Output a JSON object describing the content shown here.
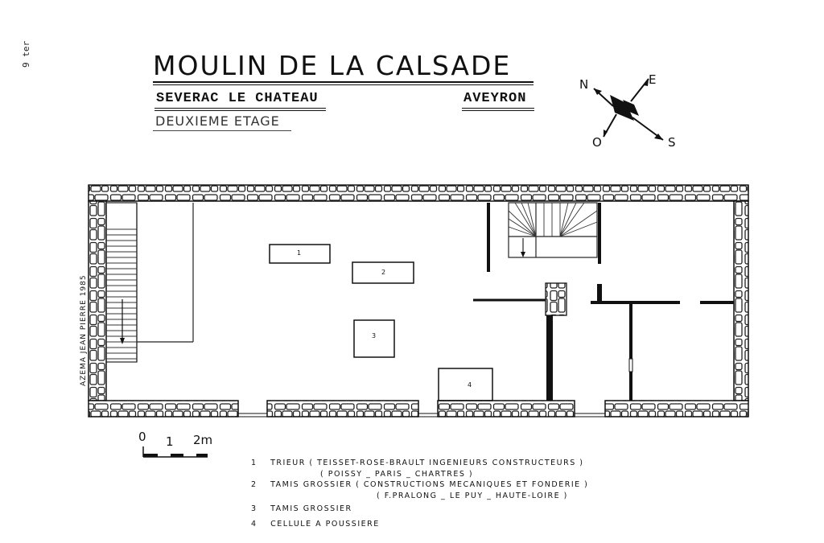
{
  "margin_note": "9 ter",
  "title": "MOULIN DE LA CALSADE",
  "location_left": "SEVERAC LE CHATEAU",
  "location_right": "AVEYRON",
  "floor_label": "DEUXIEME ETAGE",
  "compass": {
    "n": "N",
    "e": "E",
    "s": "S",
    "o": "O"
  },
  "credit": "AZEMA JEAN PIERRE 1985",
  "scale": {
    "zero": "0",
    "one": "1",
    "two": "2m"
  },
  "machines": [
    {
      "number": "1"
    },
    {
      "number": "2"
    },
    {
      "number": "3"
    },
    {
      "number": "4"
    }
  ],
  "legend": [
    {
      "number": "1",
      "line1": "TRIEUR   ( TEISSET-ROSE-BRAULT  INGENIEURS CONSTRUCTEURS )",
      "line2": "( POISSY _ PARIS _ CHARTRES )"
    },
    {
      "number": "2",
      "line1": "TAMIS GROSSIER  ( CONSTRUCTIONS  MECANIQUES ET FONDERIE )",
      "line2": "( F.PRALONG _ LE PUY _ HAUTE-LOIRE )"
    },
    {
      "number": "3",
      "line1": "TAMIS  GROSSIER",
      "line2": ""
    },
    {
      "number": "4",
      "line1": "CELLULE  A  POUSSIERE",
      "line2": ""
    }
  ]
}
